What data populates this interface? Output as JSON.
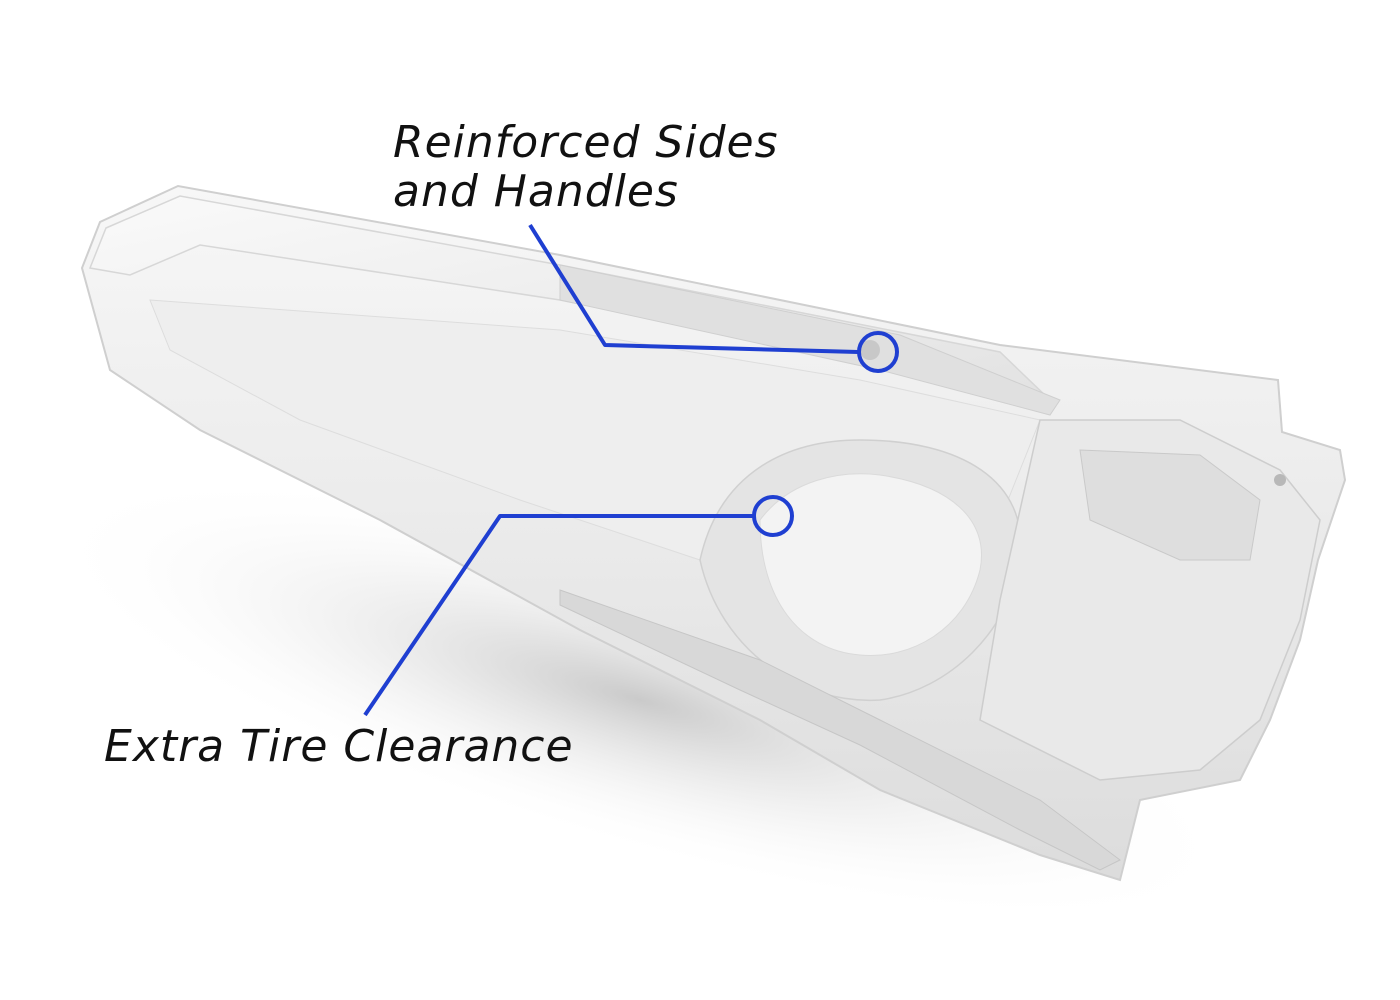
{
  "callouts": {
    "reinforced": {
      "line1": "Reinforced Sides",
      "line2": "and Handles"
    },
    "clearance": {
      "text": "Extra Tire Clearance"
    }
  },
  "colors": {
    "background": "#ffffff",
    "callout_line": "#1f3fd1",
    "label_text": "#111111",
    "part_body": "#f2f2f2",
    "part_shadow": "#c9c9c9"
  }
}
